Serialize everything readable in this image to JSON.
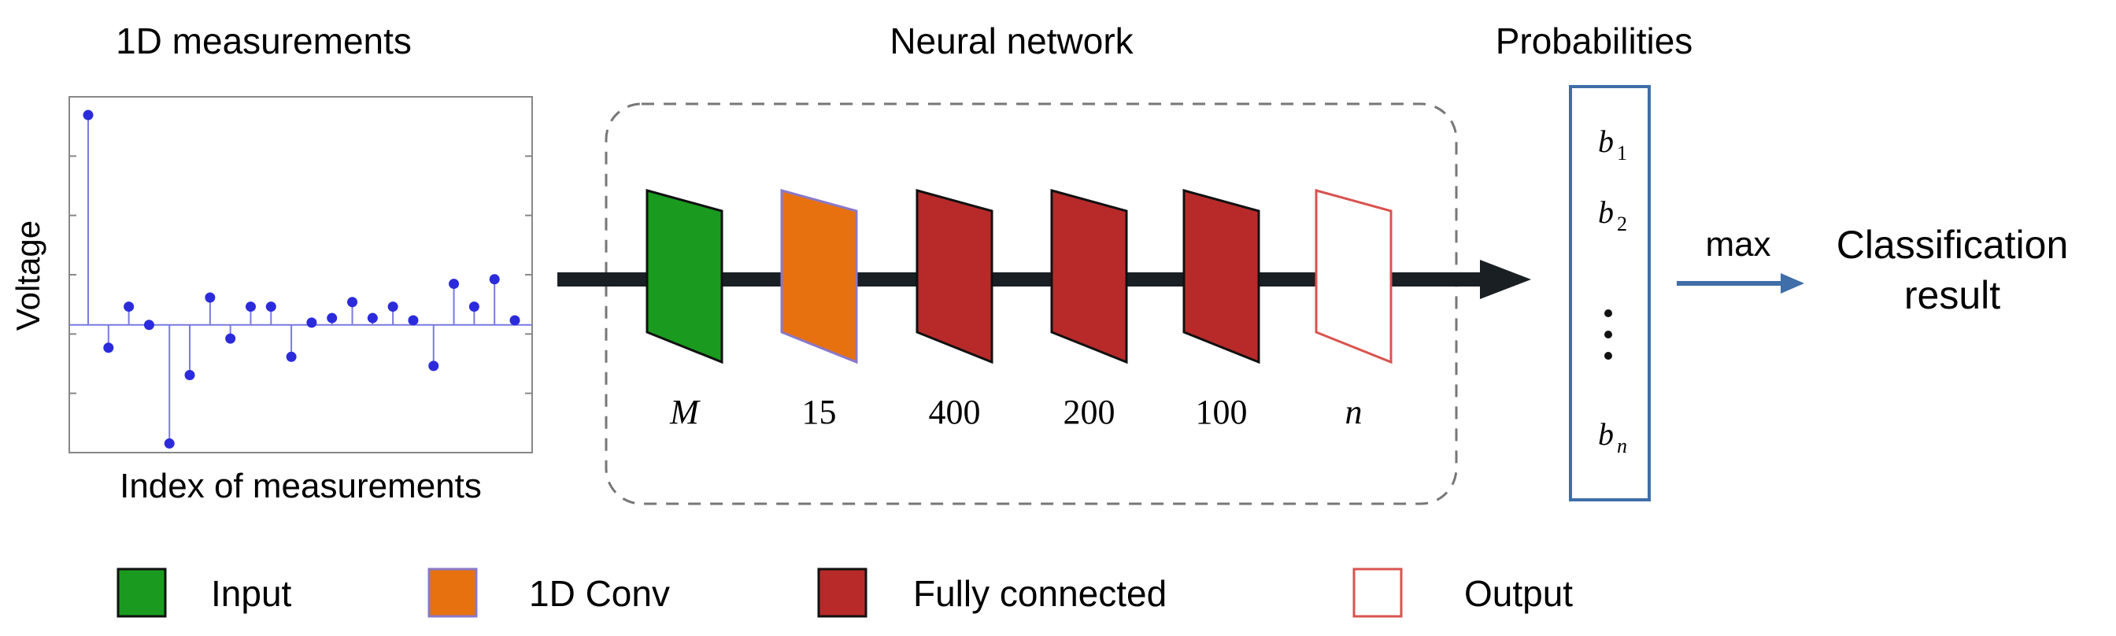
{
  "sections": {
    "measurements_title": "1D measurements",
    "network_title": "Neural network",
    "probabilities_title": "Probabilities"
  },
  "plot": {
    "ylabel": "Voltage",
    "xlabel": "Index of measurements",
    "stem_color": "#2b2bdc",
    "values": [
      4.6,
      -0.5,
      0.4,
      0.0,
      -2.6,
      -1.1,
      0.6,
      -0.3,
      0.4,
      0.4,
      -0.7,
      0.05,
      0.15,
      0.5,
      0.15,
      0.4,
      0.1,
      -0.9,
      0.9,
      0.4,
      1.0,
      0.1
    ],
    "ylim": [
      -2.8,
      5.0
    ]
  },
  "layers": [
    {
      "label": "M",
      "type": "input"
    },
    {
      "label": "15",
      "type": "conv"
    },
    {
      "label": "400",
      "type": "fc"
    },
    {
      "label": "200",
      "type": "fc"
    },
    {
      "label": "100",
      "type": "fc"
    },
    {
      "label": "n",
      "type": "output"
    }
  ],
  "probabilities": [
    {
      "base": "b",
      "sub": "1"
    },
    {
      "base": "b",
      "sub": "2"
    },
    {
      "base": "b",
      "sub": "n"
    }
  ],
  "max_label": "max",
  "result_lines": [
    "Classification",
    "result"
  ],
  "legend": [
    {
      "label": "Input",
      "type": "input"
    },
    {
      "label": "1D Conv",
      "type": "conv"
    },
    {
      "label": "Fully connected",
      "type": "fc"
    },
    {
      "label": "Output",
      "type": "output"
    }
  ],
  "colors": {
    "input": "#1a9b1f",
    "conv": "#e8710f",
    "conv_border": "#8a78c8",
    "fc": "#b82a2a",
    "output_fill": "#ffffff",
    "output_border": "#d9534f",
    "arrow_main": "#1a1f24",
    "arrow_max": "#3f6ea8",
    "prob_border": "#3f6ea8",
    "dashed": "#777777"
  }
}
